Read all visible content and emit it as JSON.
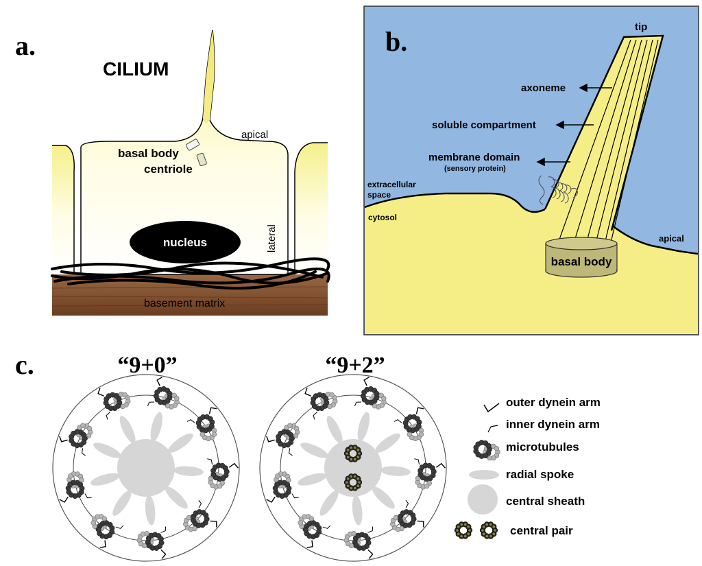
{
  "panel_a": {
    "letter": "a.",
    "cilium": "CILIUM",
    "apical": "apical",
    "basal_body": "basal body",
    "centriole": "centriole",
    "nucleus": "nucleus",
    "lateral": "lateral",
    "basement": "basement matrix"
  },
  "panel_b": {
    "letter": "b.",
    "tip": "tip",
    "axoneme": "axoneme",
    "soluble": "soluble compartment",
    "membrane": "membrane domain",
    "sensory": "(sensory protein)",
    "extra1": "extracellular",
    "extra2": "space",
    "cytosol": "cytosol",
    "apical": "apical",
    "basal_body": "basal body"
  },
  "panel_c": {
    "letter": "c.",
    "title_left": "“9+0”",
    "title_right": "“9+2”",
    "legend": [
      "outer dynein arm",
      "inner dynein arm",
      "microtubules",
      "radial spoke",
      "central sheath",
      "central pair"
    ]
  },
  "colors": {
    "cell_yellow": "#f5f08a",
    "cell_light": "#fffde0",
    "cilium_yellow": "#f2e45a",
    "sky_blue": "#92b7e0",
    "matrix_brown": "#7a4a2a",
    "microtubule_dark": "#3a3a3a",
    "microtubule_light": "#b5b5b5",
    "spoke_gray": "#d6d6d6",
    "central_pair": "#8a8050"
  }
}
